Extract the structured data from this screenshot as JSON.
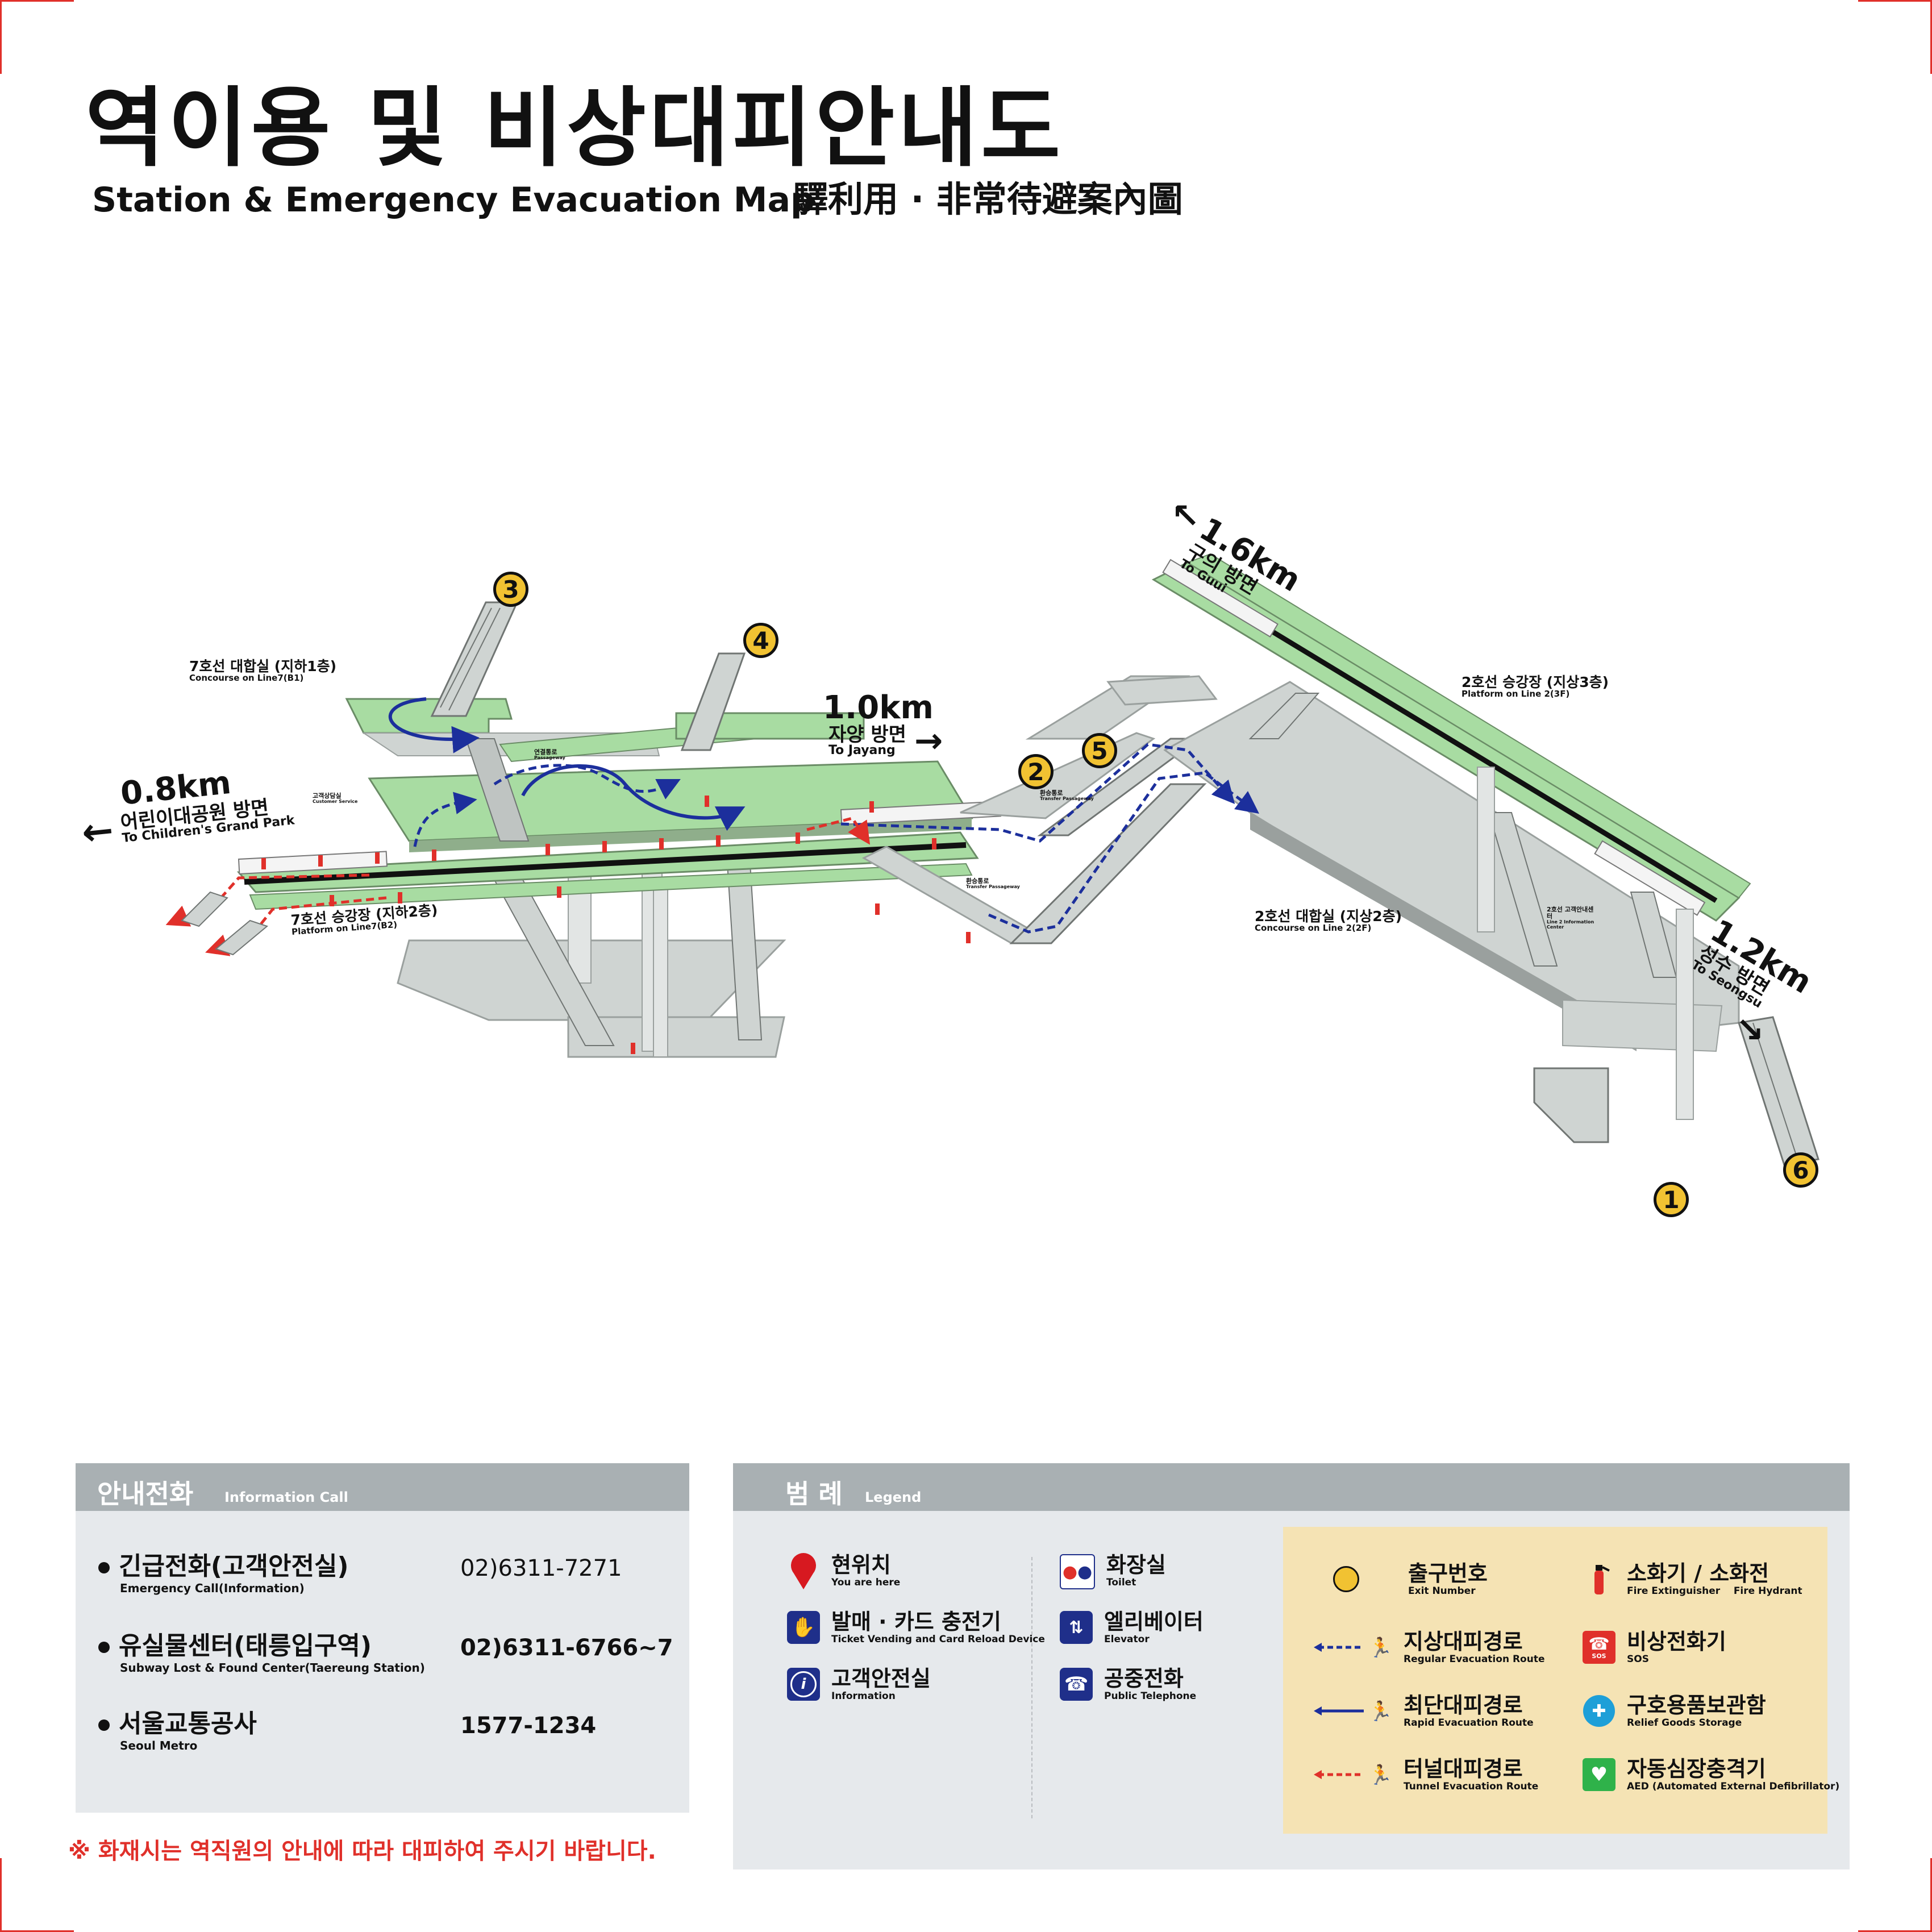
{
  "title": {
    "korean": "역이용 및 비상대피안내도",
    "english": "Station & Emergency Evacuation Map",
    "hanja": "驛利用 · 非常待避案內圖"
  },
  "map": {
    "colors": {
      "concourse": "#a8dca2",
      "structure": "#cfd4d2",
      "shadow": "#9aa09e",
      "regular_route": "#1c2f9c",
      "rapid_route": "#1c2f9c",
      "tunnel_route": "#e0302a",
      "exit_badge": "#f1c232"
    },
    "areas": {
      "line7_concourse": {
        "ko": "7호선 대합실 (지하1층)",
        "en": "Concourse on Line7(B1)"
      },
      "line7_platform": {
        "ko": "7호선 승강장 (지하2층)",
        "en": "Platform on Line7(B2)"
      },
      "line2_platform": {
        "ko": "2호선 승강장 (지상3층)",
        "en": "Platform on Line 2(3F)"
      },
      "line2_concourse": {
        "ko": "2호선 대합실 (지상2층)",
        "en": "Concourse on Line 2(2F)"
      },
      "passageway": {
        "ko": "연결통로",
        "en": "Passageway"
      },
      "transfer_upper": {
        "ko": "환승통로",
        "en": "Transfer Passageway"
      },
      "transfer_lower": {
        "ko": "환승통로",
        "en": "Transfer Passageway"
      },
      "customer_service": {
        "ko": "고객상담실",
        "en": "Customer Service"
      },
      "line2_info": {
        "ko": "2호선 고객안내센터",
        "en": "Line 2 Information Center"
      }
    },
    "directions": {
      "childrens_park": {
        "km": "0.8km",
        "ko": "어린이대공원 방면",
        "en": "To Children's Grand Park"
      },
      "jayang": {
        "km": "1.0km",
        "ko": "자양 방면",
        "en": "To Jayang"
      },
      "guui": {
        "km": "1.6km",
        "ko": "구의 방면",
        "en": "To Guui"
      },
      "seongsu": {
        "km": "1.2km",
        "ko": "성수 방면",
        "en": "To Seongsu"
      }
    },
    "exits": [
      "1",
      "2",
      "3",
      "4",
      "5",
      "6"
    ]
  },
  "info_call": {
    "heading_ko": "안내전화",
    "heading_en": "Information Call",
    "entries": [
      {
        "name": "긴급전화(고객안전실)",
        "sub": "Emergency Call(Information)",
        "number": "02)6311-7271"
      },
      {
        "name": "유실물센터(태릉입구역)",
        "sub": "Subway Lost & Found Center(Taereung Station)",
        "number": "02)6311-6766~7"
      },
      {
        "name": "서울교통공사",
        "sub": "Seoul Metro",
        "number": "1577-1234"
      }
    ],
    "notice": "※ 화재시는 역직원의 안내에 따라 대피하여 주시기 바랍니다."
  },
  "legend": {
    "heading_ko": "범 례",
    "heading_en": "Legend",
    "items": [
      {
        "icon": "location-pin-icon",
        "ko": "현위치",
        "en": "You are here"
      },
      {
        "icon": "ticket-machine-icon",
        "ko": "발매 · 카드 충전기",
        "en": "Ticket Vending and Card Reload Device"
      },
      {
        "icon": "info-icon",
        "ko": "고객안전실",
        "en": "Information"
      },
      {
        "icon": "toilet-icon",
        "ko": "화장실",
        "en": "Toilet"
      },
      {
        "icon": "elevator-icon",
        "ko": "엘리베이터",
        "en": "Elevator"
      },
      {
        "icon": "phone-icon",
        "ko": "공중전화",
        "en": "Public Telephone"
      },
      {
        "icon": "exit-number-icon",
        "ko": "출구번호",
        "en": "Exit Number"
      },
      {
        "icon": "regular-route-icon",
        "ko": "지상대피경로",
        "en": "Regular Evacuation Route"
      },
      {
        "icon": "rapid-route-icon",
        "ko": "최단대피경로",
        "en": "Rapid Evacuation Route"
      },
      {
        "icon": "tunnel-route-icon",
        "ko": "터널대피경로",
        "en": "Tunnel Evacuation Route"
      },
      {
        "icon": "extinguisher-icon",
        "ko": "소화기 / 소화전",
        "en": "Fire Extinguisher    Fire Hydrant"
      },
      {
        "icon": "sos-phone-icon",
        "ko": "비상전화기",
        "en": "SOS"
      },
      {
        "icon": "relief-goods-icon",
        "ko": "구호용품보관함",
        "en": "Relief Goods Storage"
      },
      {
        "icon": "aed-icon",
        "ko": "자동심장충격기",
        "en": "AED (Automated External Defibrillator)"
      }
    ]
  }
}
